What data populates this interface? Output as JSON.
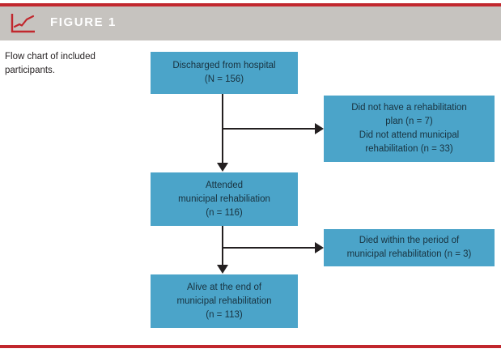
{
  "header": {
    "title": "FIGURE 1",
    "icon": "line-chart-icon",
    "band_color": "#c6c3bf",
    "rule_color": "#c1272d",
    "title_color": "#ffffff"
  },
  "caption": {
    "line1": "Flow chart of included",
    "line2": "participants."
  },
  "colors": {
    "box_fill": "#4ba4c9",
    "box_text": "#18323f",
    "connector": "#231f20",
    "accent_red": "#c1272d"
  },
  "chart_data": {
    "type": "diagram",
    "diagram_kind": "flow-chart",
    "title": "FIGURE 1",
    "caption": "Flow chart of included participants.",
    "nodes": [
      {
        "id": "discharged",
        "lines": [
          "Discharged from hospital",
          "(N = 156)"
        ],
        "count": 156,
        "count_symbol": "N",
        "column": "main"
      },
      {
        "id": "excluded",
        "lines": [
          "Did not have a rehabilitation",
          "plan (n = 7)",
          "Did not attend municipal",
          "rehabilitation (n = 33)"
        ],
        "counts": [
          7,
          33
        ],
        "column": "side"
      },
      {
        "id": "attended",
        "lines": [
          "Attended",
          "municipal rehabiliation",
          "(n = 116)"
        ],
        "count": 116,
        "count_symbol": "n",
        "column": "main"
      },
      {
        "id": "died",
        "lines": [
          "Died within the period of",
          "municipal rehabilitation (n = 3)"
        ],
        "count": 3,
        "count_symbol": "n",
        "column": "side"
      },
      {
        "id": "alive",
        "lines": [
          "Alive at the end of",
          "municipal rehabilitation",
          "(n = 113)"
        ],
        "count": 113,
        "count_symbol": "n",
        "column": "main"
      }
    ],
    "edges": [
      {
        "from": "discharged",
        "to": "attended",
        "direction": "down"
      },
      {
        "from": "discharged",
        "to": "excluded",
        "direction": "right"
      },
      {
        "from": "attended",
        "to": "alive",
        "direction": "down"
      },
      {
        "from": "attended",
        "to": "died",
        "direction": "right"
      }
    ]
  },
  "boxes": {
    "discharged": {
      "l1": "Discharged from hospital",
      "l2": "(N = 156)"
    },
    "excluded": {
      "l1": "Did not have a rehabilitation",
      "l2": "plan (n = 7)",
      "l3": "Did not attend municipal",
      "l4": "rehabilitation (n = 33)"
    },
    "attended": {
      "l1": "Attended",
      "l2": "municipal rehabiliation",
      "l3": "(n = 116)"
    },
    "died": {
      "l1": "Died within the period of",
      "l2": "municipal rehabilitation (n = 3)"
    },
    "alive": {
      "l1": "Alive at the end of",
      "l2": "municipal rehabilitation",
      "l3": "(n = 113)"
    }
  }
}
